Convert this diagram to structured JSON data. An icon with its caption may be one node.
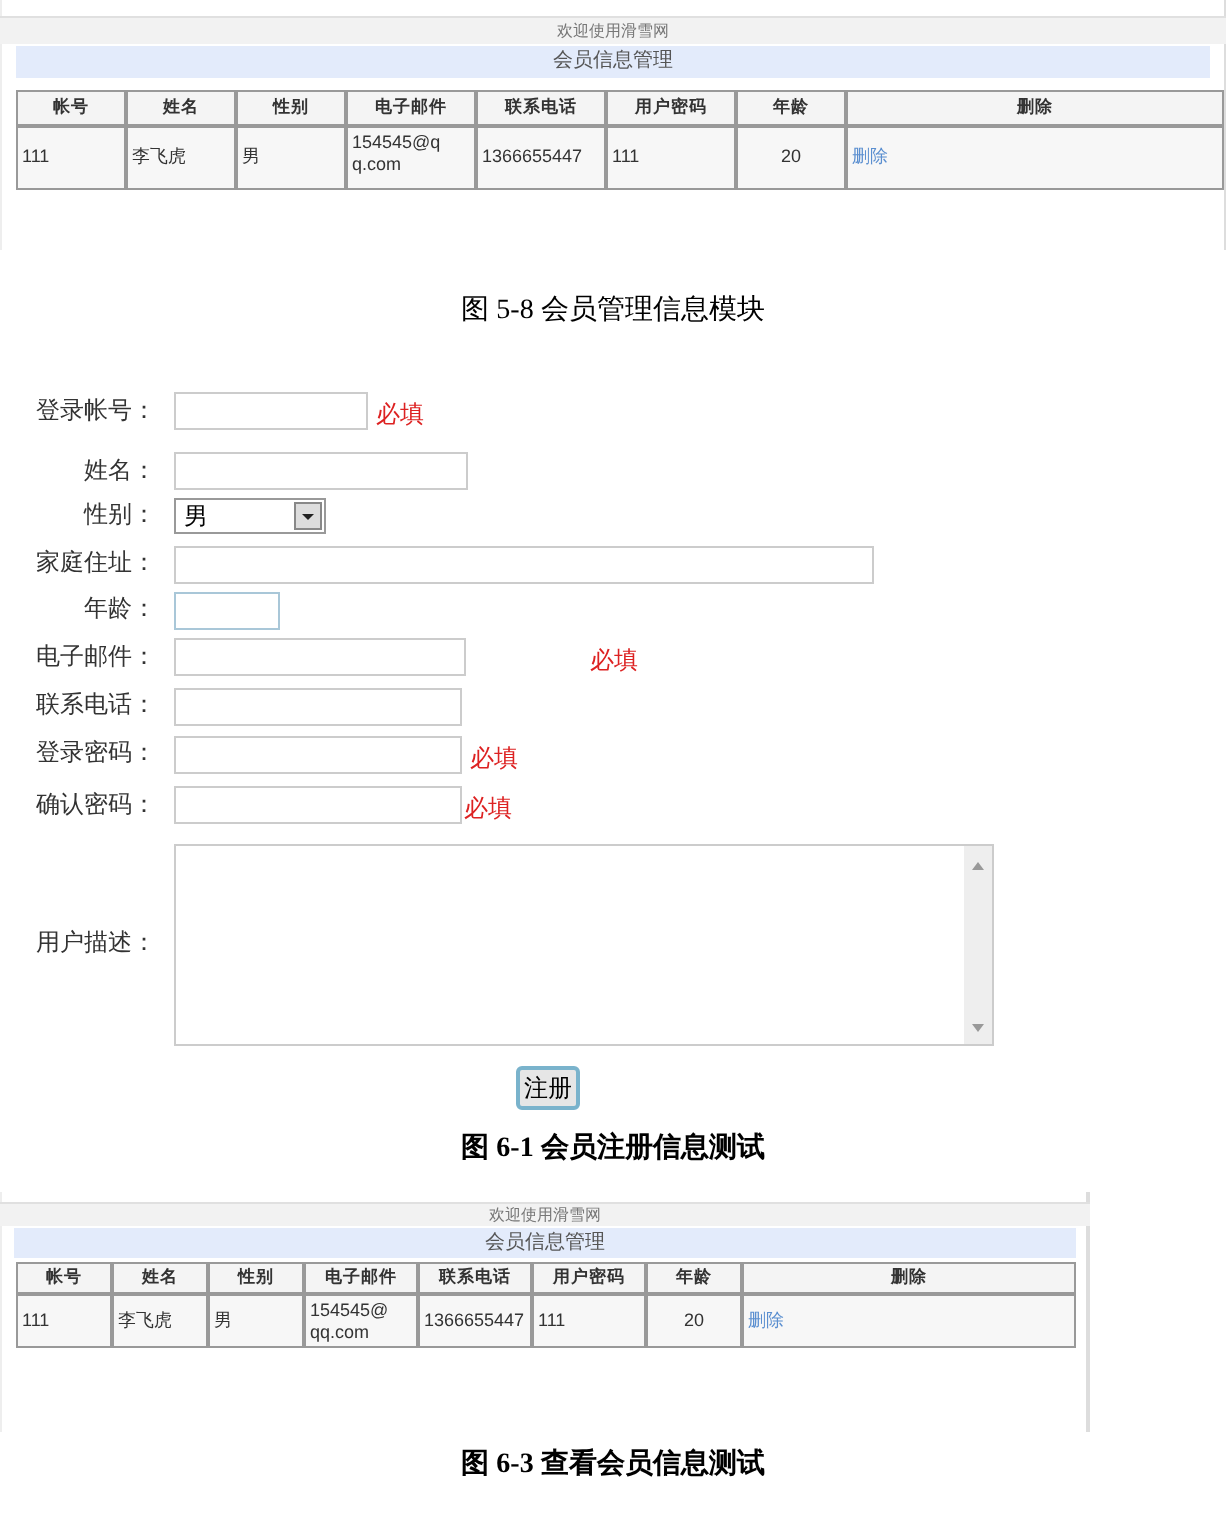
{
  "diagram": {
    "nodes": [
      {
        "text": [
          "欢迎使用滑雪网"
        ]
      },
      {
        "text": [
          "会员信息管理"
        ]
      },
      {
        "text": [
          "男"
        ]
      },
      {
        "text": [
          "注册"
        ]
      },
      {
        "text": [
          "欢迎使用滑雪网"
        ]
      },
      {
        "text": [
          "会员信息管理"
        ]
      }
    ],
    "labels": [
      "帐号",
      "姓名",
      "性别",
      "电子邮件",
      "联系电话",
      "用户密码",
      "年龄",
      "删除",
      "111",
      "李飞虎",
      "男",
      "154545@qq.com",
      "1366655447",
      "111",
      "20",
      "删除",
      "图 5-8 会员管理信息模块",
      "登录帐号：",
      "必填",
      "姓名：",
      "性别：",
      "家庭住址：",
      "年龄：",
      "电子邮件：",
      "必填",
      "联系电话：",
      "登录密码：",
      "必填",
      "确认密码：",
      "必填",
      "用户描述：",
      "图 6-1 会员注册信息测试",
      "帐号",
      "姓名",
      "性别",
      "电子邮件",
      "联系电话",
      "用户密码",
      "年龄",
      "删除",
      "111",
      "李飞虎",
      "男",
      "154545@qq.com",
      "1366655447",
      "111",
      "20",
      "删除",
      "图 6-3 查看会员信息测试"
    ]
  }
}
